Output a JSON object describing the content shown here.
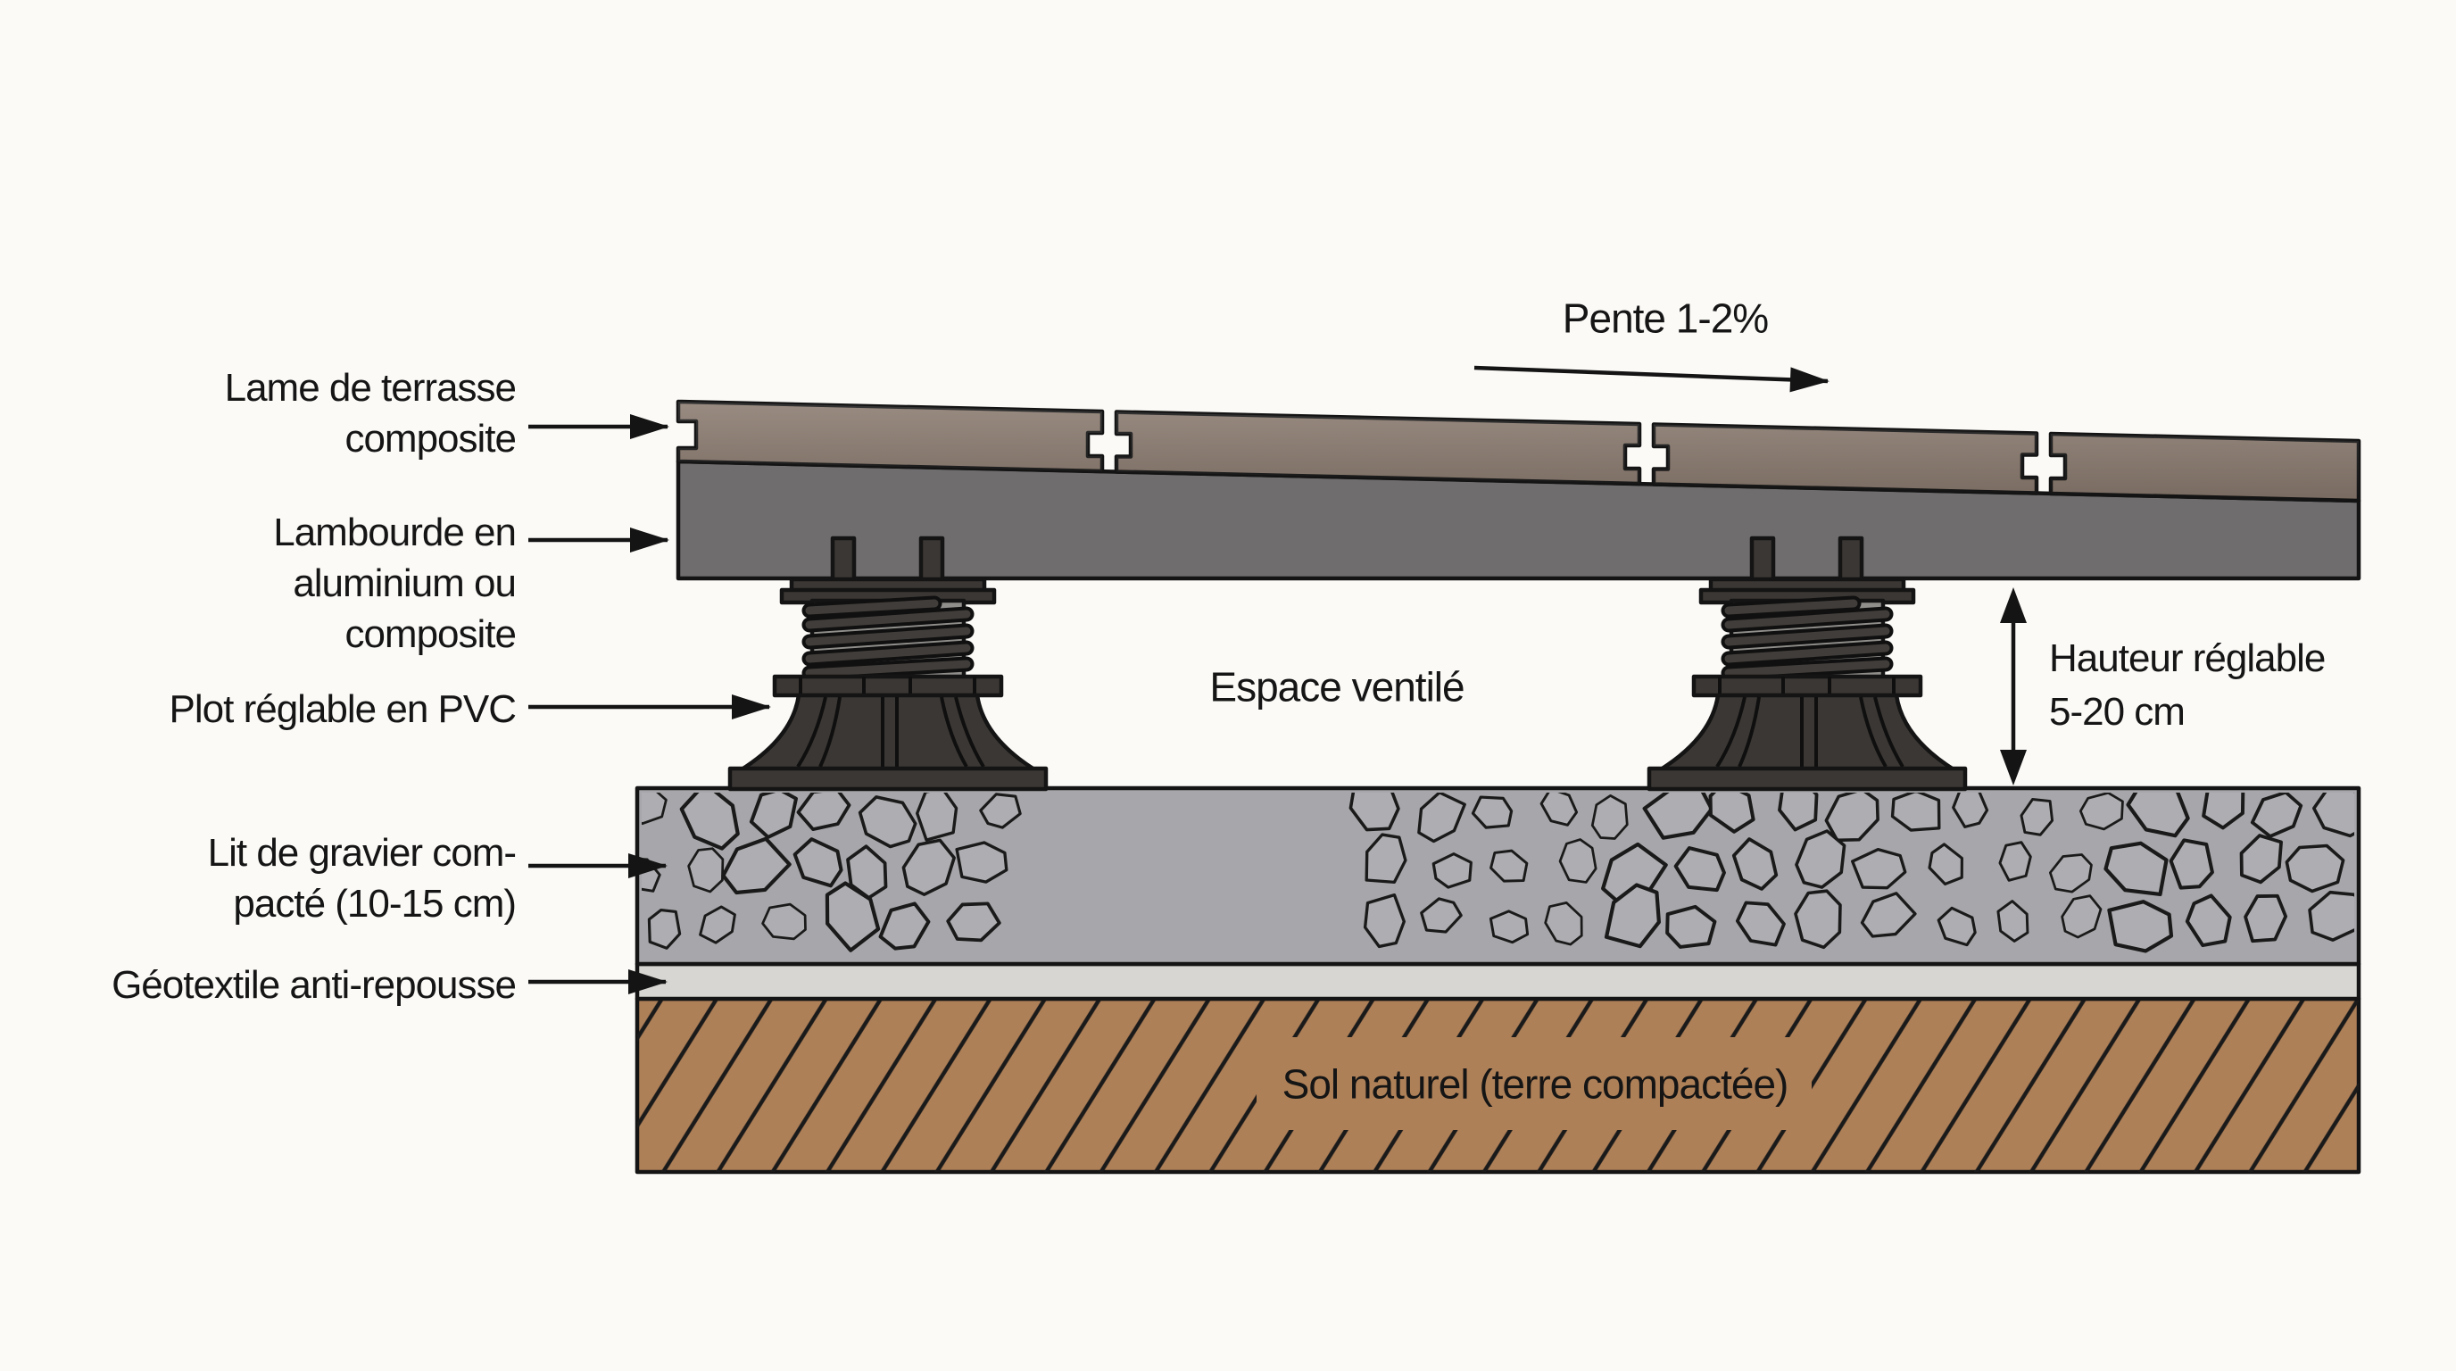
{
  "labels": {
    "deck_board": {
      "lines": [
        "Lame de terrasse",
        "composite"
      ]
    },
    "joist": {
      "lines": [
        "Lambourde en",
        "aluminium ou",
        "composite"
      ]
    },
    "pedestal": {
      "lines": [
        "Plot réglable en PVC"
      ]
    },
    "gravel": {
      "lines": [
        "Lit de gravier com-",
        "pacté (10-15 cm)"
      ]
    },
    "geotextile": {
      "lines": [
        "Géotextile anti-repousse"
      ]
    },
    "slope": {
      "text": "Pente 1-2%"
    },
    "ventilated_space": {
      "text": "Espace ventilé"
    },
    "adjustable_height": {
      "lines": [
        "Hauteur réglable",
        "5-20 cm"
      ]
    },
    "natural_soil": {
      "text": "Sol naturel (terre compactée)"
    }
  },
  "colors": {
    "background": "#fbfaf7",
    "deck_board": "#8a7a6e",
    "joist": "#6f6d6d",
    "pedestal": "#3b3734",
    "pedestal_screw": "#908f8c",
    "gravel": "#a7a6aa",
    "stone_fill": "#aeadb1",
    "geotextile": "#d7d6d2",
    "soil": "#ae8058",
    "line": "#141414",
    "text": "#151515"
  }
}
